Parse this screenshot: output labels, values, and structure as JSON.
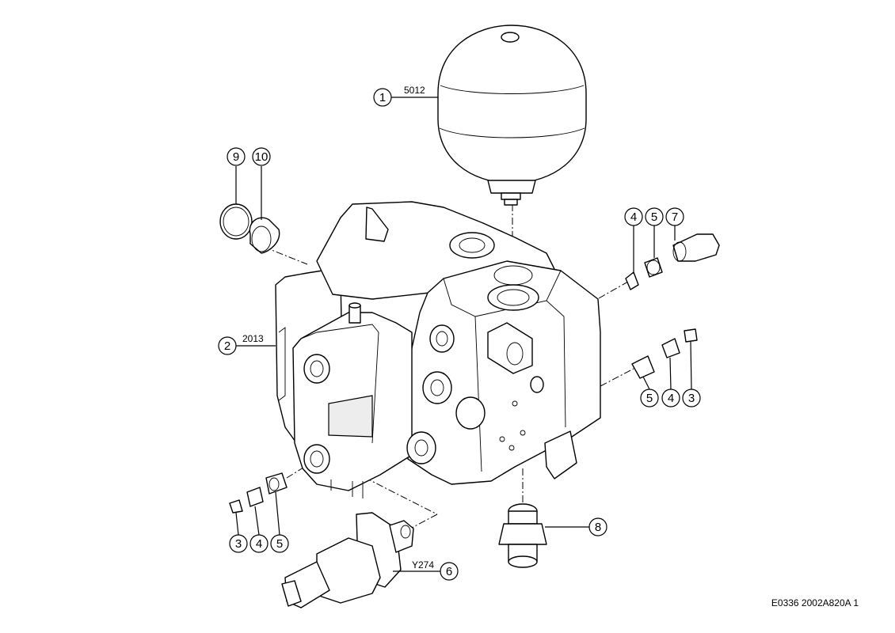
{
  "figure_id": "E0336 2002A820A 1",
  "callouts": [
    {
      "number": "1",
      "code": "5012"
    },
    {
      "number": "2",
      "code": "2013"
    },
    {
      "number": "3",
      "code": ""
    },
    {
      "number": "4",
      "code": ""
    },
    {
      "number": "5",
      "code": ""
    },
    {
      "number": "6",
      "code": "Y274"
    },
    {
      "number": "7",
      "code": ""
    },
    {
      "number": "8",
      "code": ""
    },
    {
      "number": "9",
      "code": ""
    },
    {
      "number": "10",
      "code": ""
    }
  ]
}
